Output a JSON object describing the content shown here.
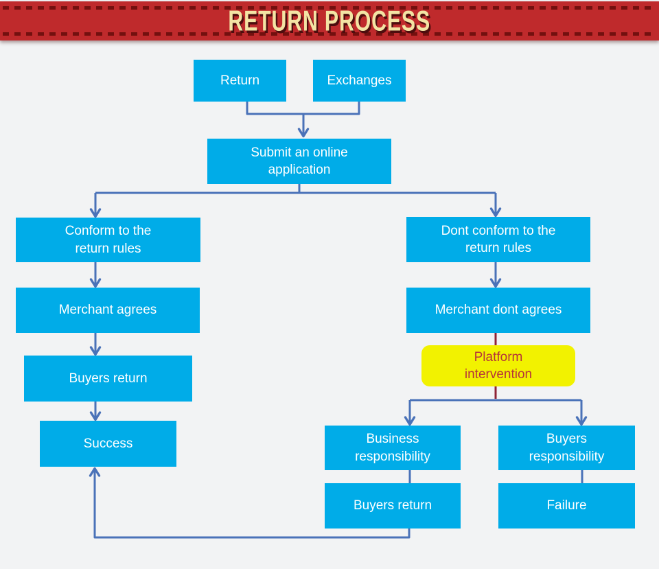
{
  "banner": {
    "title": "RETURN PROCESS",
    "background_color": "#bf2a2c",
    "title_color": "#f3e4a4",
    "stitch_color": "#73100f"
  },
  "colors": {
    "page_background": "#f2f3f4",
    "node_background": "#00ace8",
    "node_text": "#ffffff",
    "connector_blue": "#4a72b8",
    "connector_red": "#8e2336",
    "highlight_background": "#f2f200",
    "highlight_text": "#b5333a"
  },
  "nodes": [
    {
      "id": "return",
      "label": "Return"
    },
    {
      "id": "exchanges",
      "label": "Exchanges"
    },
    {
      "id": "submit-application",
      "label": "Submit an online\napplication"
    },
    {
      "id": "conform-rules",
      "label": "Conform to the\nreturn rules"
    },
    {
      "id": "dont-conform-rules",
      "label": "Dont conform to the\nreturn rules"
    },
    {
      "id": "merchant-agrees",
      "label": "Merchant agrees"
    },
    {
      "id": "merchant-dont-agrees",
      "label": "Merchant dont agrees"
    },
    {
      "id": "platform-intervention",
      "label": "Platform\nintervention"
    },
    {
      "id": "buyers-return-left",
      "label": "Buyers return"
    },
    {
      "id": "success",
      "label": "Success"
    },
    {
      "id": "business-responsibility",
      "label": "Business\nresponsibility"
    },
    {
      "id": "buyers-responsibility",
      "label": "Buyers\nresponsibility"
    },
    {
      "id": "buyers-return-bottom",
      "label": "Buyers return"
    },
    {
      "id": "failure",
      "label": "Failure"
    }
  ]
}
